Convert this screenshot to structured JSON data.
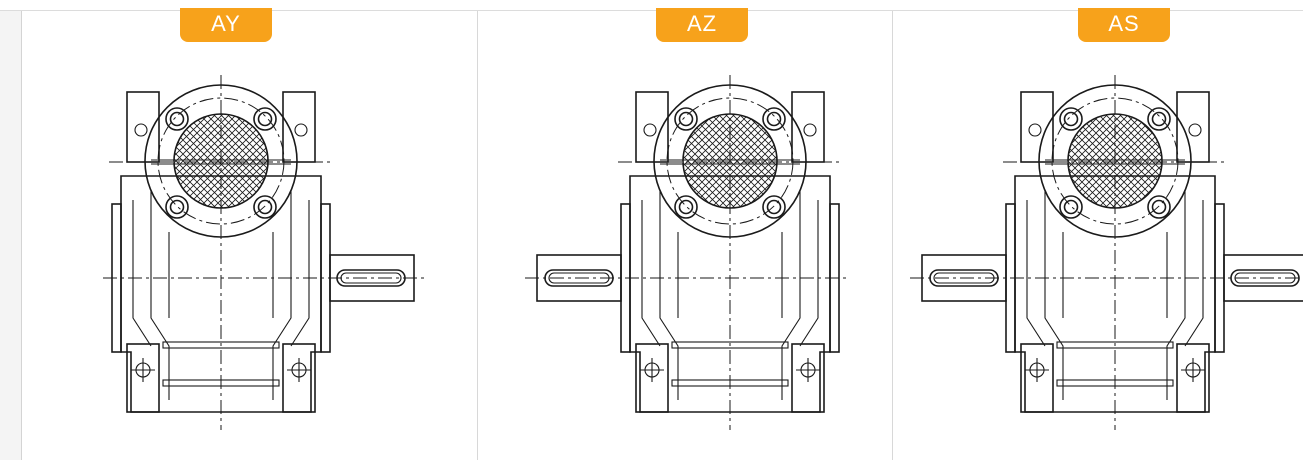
{
  "panels": [
    {
      "id": "ay",
      "label": "AY",
      "shafts": [
        "right"
      ]
    },
    {
      "id": "az",
      "label": "AZ",
      "shafts": [
        "left"
      ]
    },
    {
      "id": "as",
      "label": "AS",
      "shafts": [
        "left",
        "right"
      ]
    }
  ],
  "colors": {
    "badge": "#f7a21b",
    "badge_text": "#ffffff",
    "line": "#1a1a1a",
    "divider": "#d8d8d8"
  }
}
